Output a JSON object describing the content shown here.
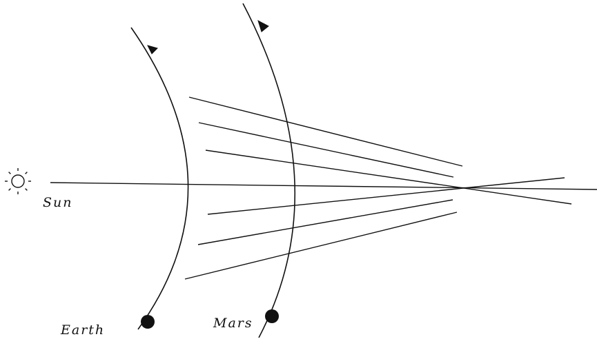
{
  "labels": {
    "sun": "Sun",
    "earth": "Earth",
    "mars": "Mars"
  },
  "colors": {
    "ink": "#111111",
    "background": "#ffffff"
  },
  "icons": {
    "sun": "sun-icon",
    "earth": "earth-planet-dot",
    "mars": "mars-planet-dot"
  }
}
